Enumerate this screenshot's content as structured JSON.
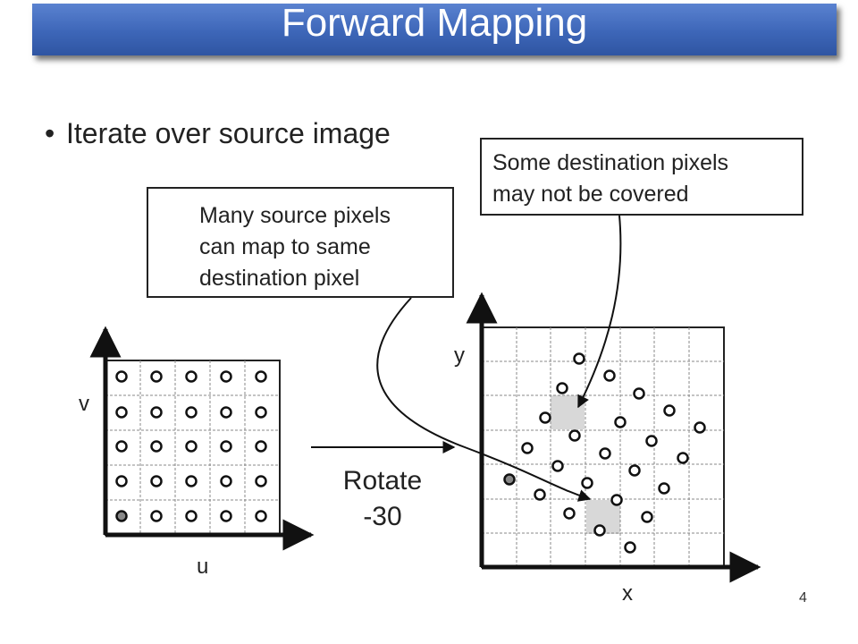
{
  "title": "Forward Mapping",
  "bullet": "Iterate over source image",
  "callout_many": {
    "line1": "Many source pixels",
    "line2": "can map to same",
    "line3": "destination pixel"
  },
  "callout_some": {
    "line1": "Some destination pixels",
    "line2": "may not be covered"
  },
  "source": {
    "axis_v": "v",
    "axis_u": "u"
  },
  "transform": {
    "line1": "Rotate",
    "line2": "-30"
  },
  "destination": {
    "axis_y": "y",
    "axis_x": "x"
  },
  "page_number": "4",
  "colors": {
    "title_bar": "#3d66b8",
    "uncovered_cell": "#d8d8d8",
    "highlight_pixel": "#888888"
  }
}
